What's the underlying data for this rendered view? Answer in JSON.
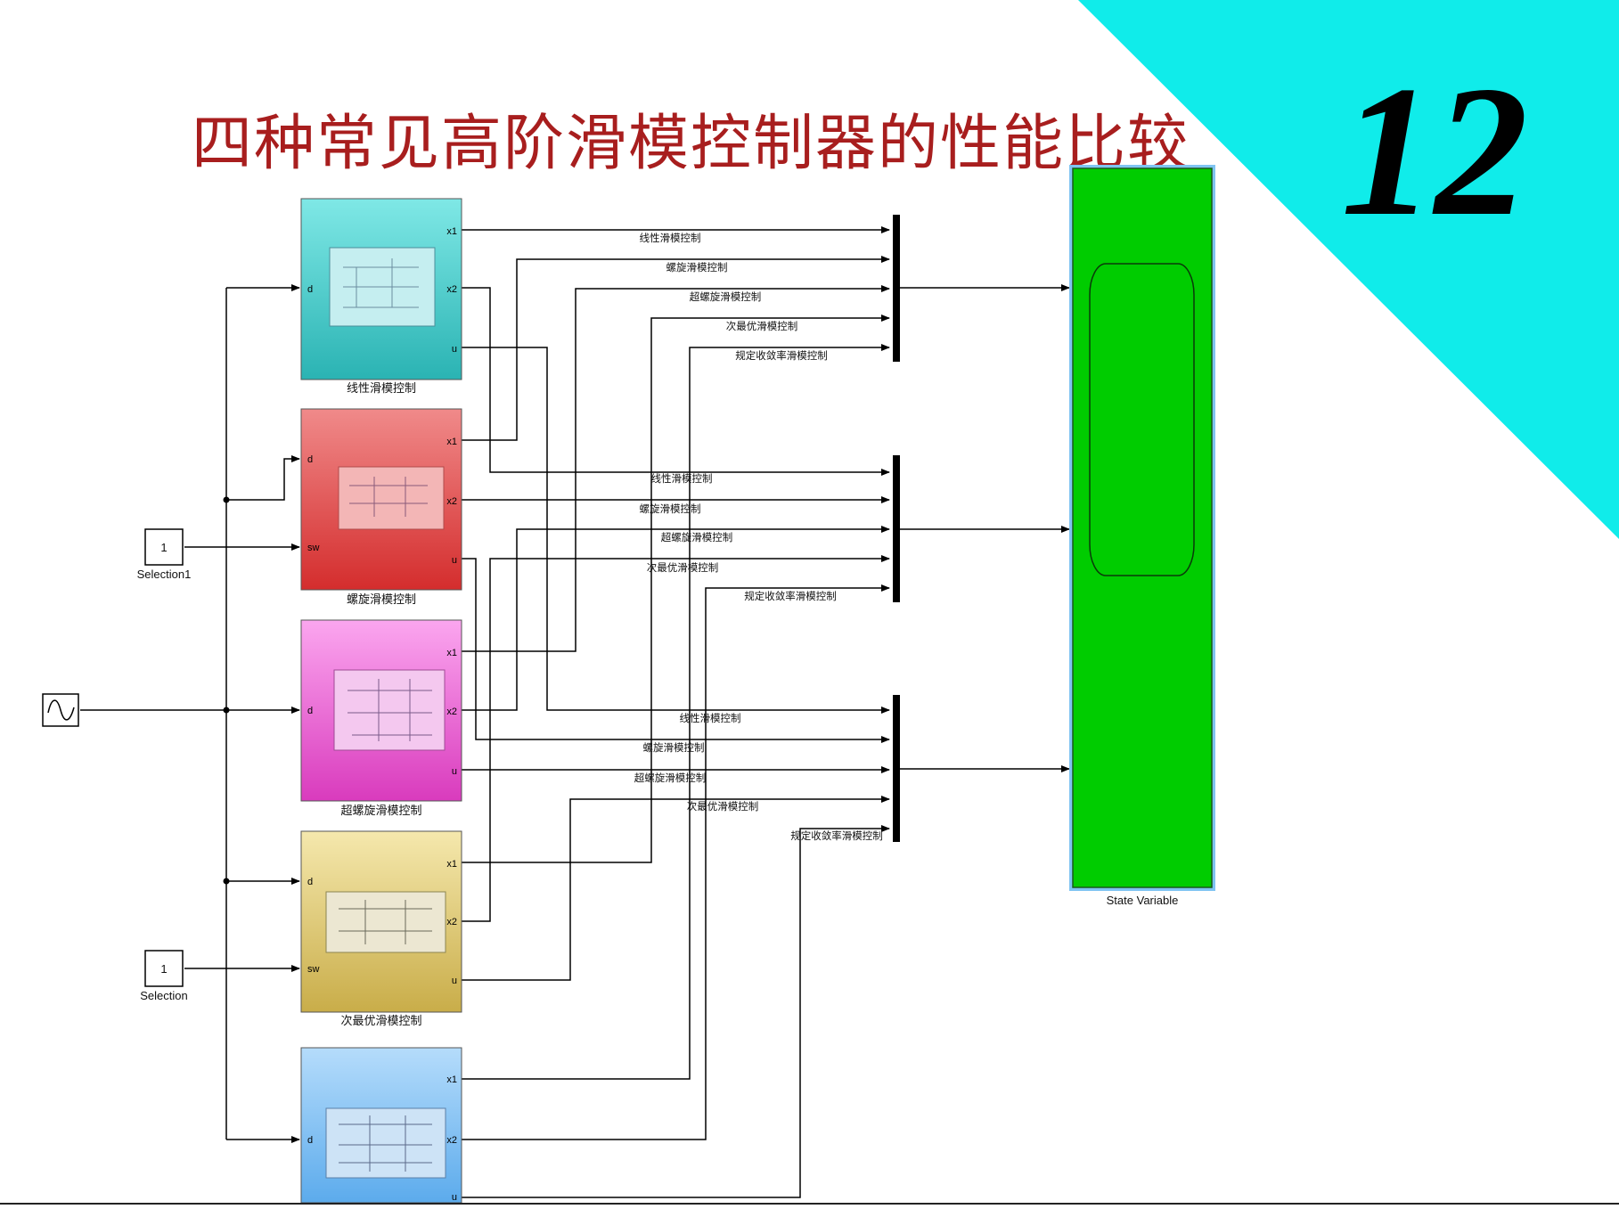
{
  "slide": {
    "title": "四种常见高阶滑模控制器的性能比较",
    "number": "12",
    "accent_color": "#10ecea",
    "title_color": "#a81e1e"
  },
  "subsystems": [
    {
      "caption": "线性滑模控制",
      "inputs": [
        "d"
      ],
      "outputs": [
        "x1",
        "x2",
        "u"
      ],
      "color_top": "#7fe8e6",
      "color_bottom": "#2ab3b3"
    },
    {
      "caption": "螺旋滑模控制",
      "inputs": [
        "d",
        "sw"
      ],
      "outputs": [
        "x1",
        "x2",
        "u"
      ],
      "color_top": "#f08a8a",
      "color_bottom": "#d42d2d"
    },
    {
      "caption": "超螺旋滑模控制",
      "inputs": [
        "d"
      ],
      "outputs": [
        "x1",
        "x2",
        "u"
      ],
      "color_top": "#fba6ef",
      "color_bottom": "#d93bbd"
    },
    {
      "caption": "次最优滑模控制",
      "inputs": [
        "d",
        "sw"
      ],
      "outputs": [
        "x1",
        "x2",
        "u"
      ],
      "color_top": "#f5e8ad",
      "color_bottom": "#c9ad49"
    },
    {
      "caption": "",
      "inputs": [
        "d"
      ],
      "outputs": [
        "x1",
        "x2",
        "u"
      ],
      "color_top": "#b5dcfb",
      "color_bottom": "#5cabec"
    }
  ],
  "constants": [
    {
      "value": "1",
      "caption": "Selection1"
    },
    {
      "value": "1",
      "caption": "Selection"
    }
  ],
  "source": {
    "icon": "sine-wave-icon"
  },
  "mux_groups": [
    [
      "线性滑模控制",
      "螺旋滑模控制",
      "超螺旋滑模控制",
      "次最优滑模控制",
      "规定收敛率滑模控制"
    ],
    [
      "线性滑模控制",
      "螺旋滑模控制",
      "超螺旋滑模控制",
      "次最优滑模控制",
      "规定收敛率滑模控制"
    ],
    [
      "线性滑模控制",
      "螺旋滑模控制",
      "超螺旋滑模控制",
      "次最优滑模控制",
      "规定收敛率滑模控制"
    ]
  ],
  "scope": {
    "caption": "State Variable",
    "color": "#00cc00"
  }
}
